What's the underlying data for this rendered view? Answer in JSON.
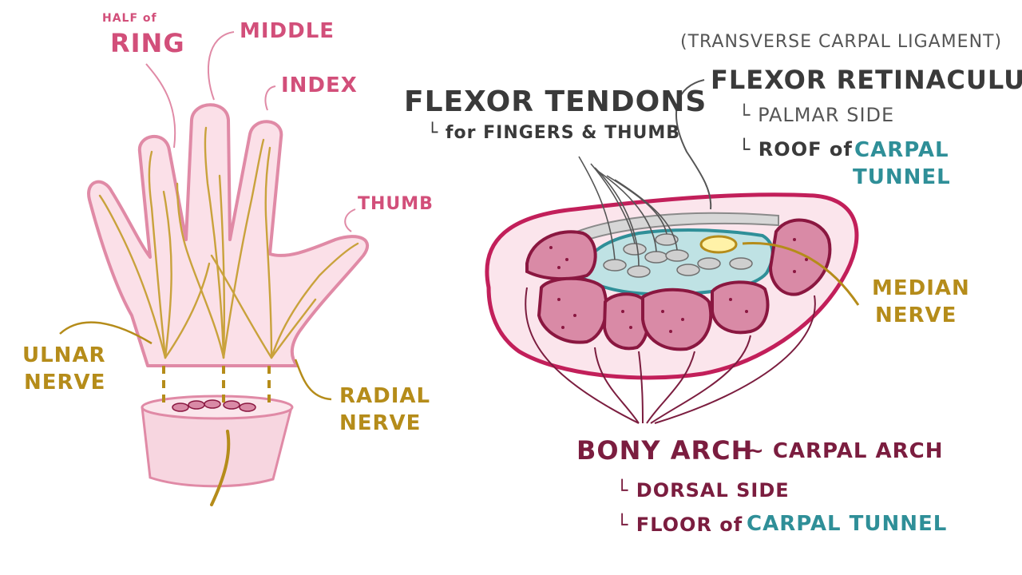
{
  "hand": {
    "half_of": "HALF of",
    "ring": "RING",
    "middle": "MIDDLE",
    "index": "INDEX",
    "thumb": "THUMB",
    "ulnar": [
      "ULNAR",
      "NERVE"
    ],
    "radial": [
      "RADIAL",
      "NERVE"
    ]
  },
  "tunnel": {
    "transverse": "(TRANSVERSE CARPAL LIGAMENT)",
    "flexor_retinaculum": "FLEXOR RETINACULUM",
    "palmar_side": "└ PALMAR SIDE",
    "roof_prefix": "└ ROOF of",
    "roof_target": [
      "CARPAL",
      "TUNNEL"
    ],
    "flexor_tendons": "FLEXOR TENDONS",
    "tendons_sub": "└ for FINGERS & THUMB",
    "median": [
      "MEDIAN",
      "NERVE"
    ],
    "bony_arch": "BONY ARCH",
    "carpal_arch": "~ CARPAL ARCH",
    "dorsal_side": "└ DORSAL SIDE",
    "floor_prefix": "└ FLOOR of",
    "floor_target": "CARPAL TUNNEL"
  },
  "colors": {
    "pink_label": "#d24f7a",
    "nerve_gold": "#b58c1a",
    "bone_fill": "#d98aa6",
    "bone_outline": "#8a1740",
    "tunnel_teal": "#2f8f98",
    "skin": "#f9dfe6"
  }
}
